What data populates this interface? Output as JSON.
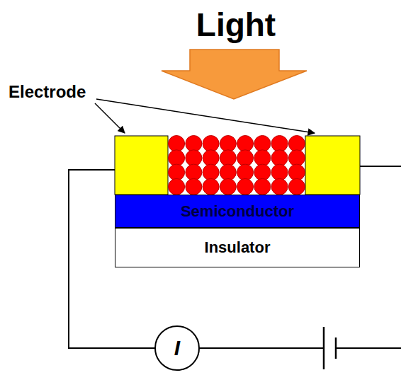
{
  "diagram": {
    "nodes": [
      {
        "text": [
          "Semiconductor"
        ]
      },
      {
        "text": [
          "Insulator"
        ]
      },
      {
        "text": [
          "I"
        ]
      }
    ],
    "labels": [
      "Light",
      "Electrode"
    ]
  }
}
